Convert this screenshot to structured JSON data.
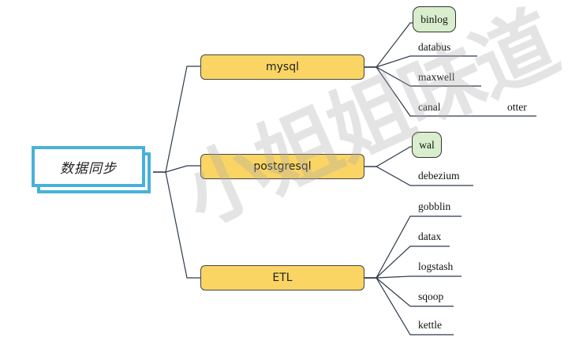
{
  "root": {
    "label": "数据同步"
  },
  "categories": [
    {
      "label": "mysql",
      "children": [
        "binlog",
        "databus",
        "maxwell",
        "canal",
        "otter"
      ]
    },
    {
      "label": "postgresql",
      "children": [
        "wal",
        "debezium"
      ]
    },
    {
      "label": "ETL",
      "children": [
        "gobblin",
        "datax",
        "logstash",
        "sqoop",
        "kettle"
      ]
    }
  ],
  "watermark": "小姐姐味道",
  "colors": {
    "category_fill": "#fbd564",
    "root_border": "#48b1db",
    "pill_fill": "#d8eecd",
    "line": "#2f3a4a"
  }
}
